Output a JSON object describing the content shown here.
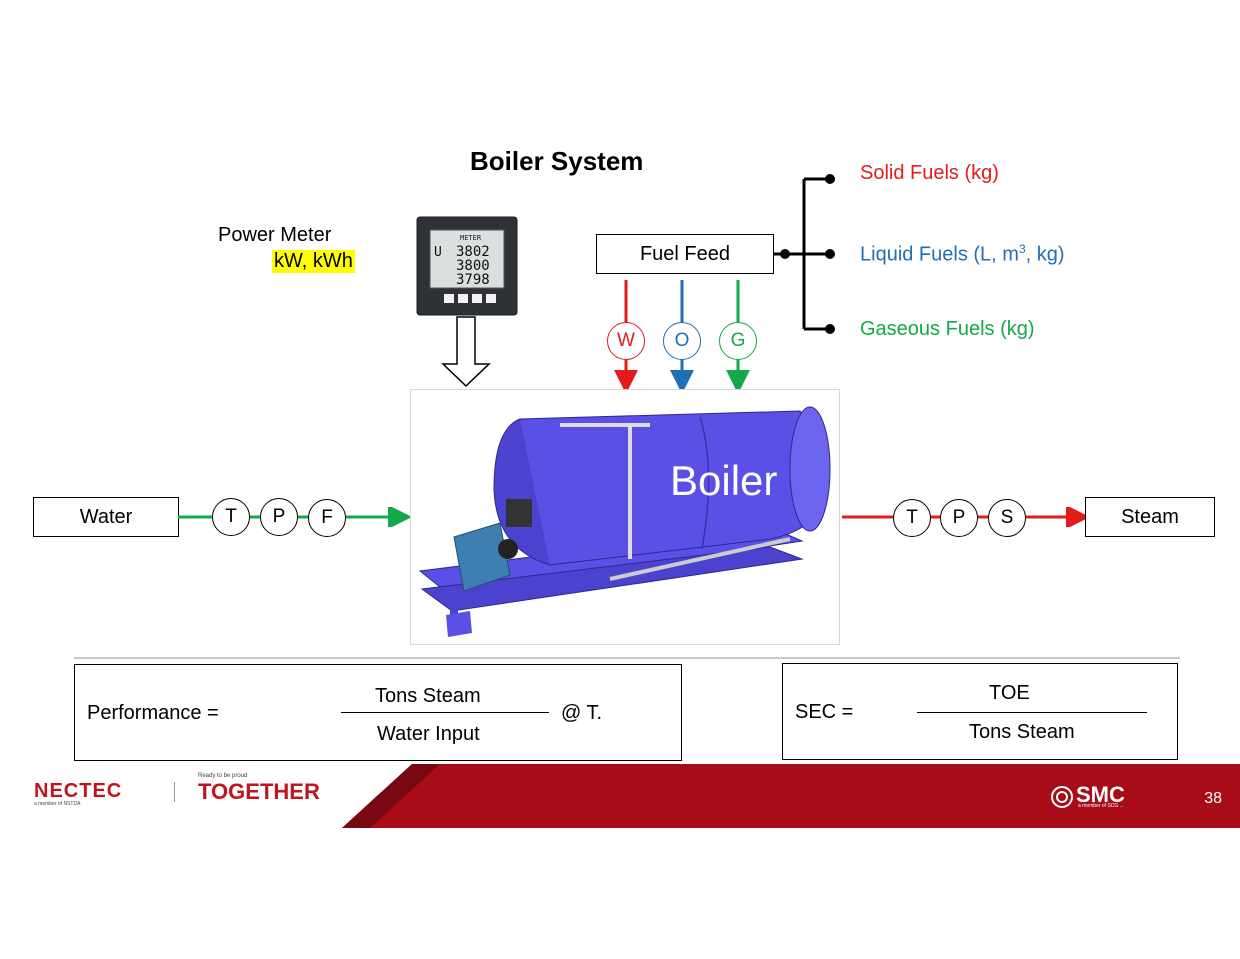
{
  "title": "Boiler System",
  "power_meter": {
    "label": "Power Meter",
    "units": "kW, kWh",
    "display_lines": [
      "3802",
      "3800",
      "3798"
    ],
    "display_prefix": [
      "U",
      "",
      ""
    ],
    "header": "METER"
  },
  "fuel_feed": {
    "label": "Fuel Feed",
    "fuels": [
      {
        "label": "Solid Fuels (kg)",
        "color": "#e31b1b"
      },
      {
        "label_pre": "Liquid Fuels (L, m",
        "sup": "3",
        "label_post": ", kg)",
        "color": "#1f6fb5"
      },
      {
        "label": "Gaseous Fuels (kg)",
        "color": "#13a84a"
      }
    ],
    "meters": [
      {
        "letter": "W",
        "color": "#e31b1b"
      },
      {
        "letter": "O",
        "color": "#1f6fb5"
      },
      {
        "letter": "G",
        "color": "#13a84a"
      }
    ]
  },
  "boiler": {
    "label": "Boiler",
    "color": "#5a50e6"
  },
  "water": {
    "label": "Water",
    "sensors": [
      "T",
      "P",
      "F"
    ],
    "color": "#13a84a"
  },
  "steam": {
    "label": "Steam",
    "sensors": [
      "T",
      "P",
      "S"
    ],
    "color": "#e31b1b"
  },
  "performance": {
    "label": "Performance =",
    "numerator": "Tons Steam",
    "denominator": "Water Input",
    "suffix": "@ T."
  },
  "sec": {
    "label": "SEC =",
    "numerator": "TOE",
    "denominator": "Tons Steam"
  },
  "footer": {
    "nectec": "NECTEC",
    "nectec_sub": "a member of NSTDA",
    "together_tag": "Ready to be proud",
    "together": "TOGETHER",
    "smc": "SMC",
    "smc_sub": "a member of SCG ... ",
    "page_number": "38",
    "color": "#a80d17"
  }
}
